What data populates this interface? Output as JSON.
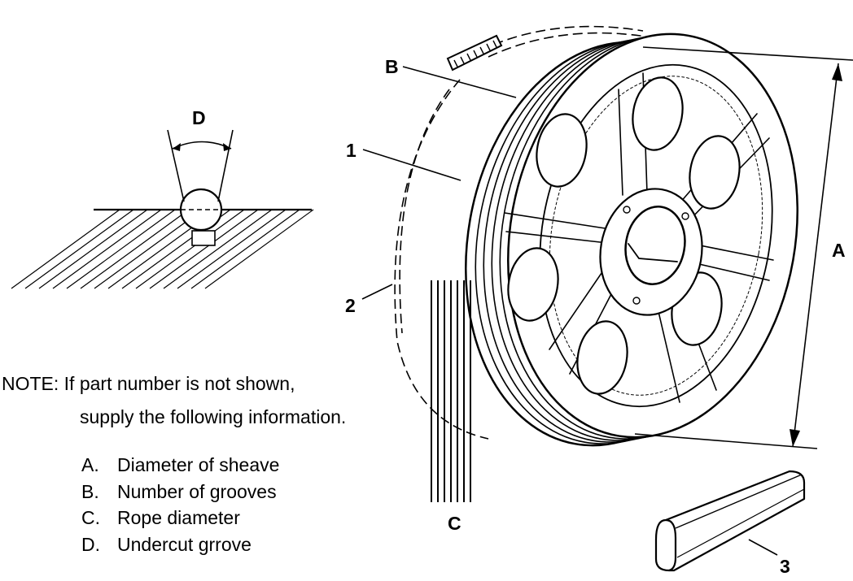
{
  "callouts": {
    "D": "D",
    "B": "B",
    "1": "1",
    "2": "2",
    "A": "A",
    "C": "C",
    "3": "3"
  },
  "note": {
    "label": "NOTE:",
    "line1": "If part number is not shown,",
    "line2": "supply the following information."
  },
  "items": [
    {
      "letter": "A.",
      "text": "Diameter of sheave"
    },
    {
      "letter": "B.",
      "text": "Number of grooves"
    },
    {
      "letter": "C.",
      "text": "Rope diameter"
    },
    {
      "letter": "D.",
      "text": "Undercut grrove"
    }
  ]
}
